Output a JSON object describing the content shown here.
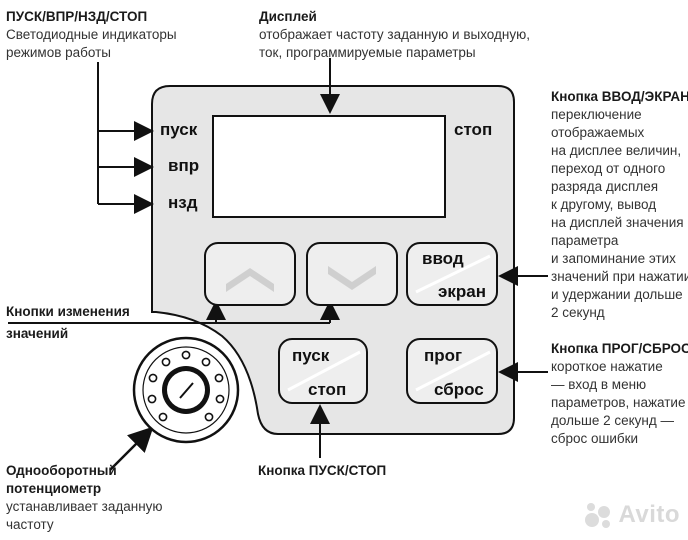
{
  "panel": {
    "led_run": "пуск",
    "led_rev": "впр",
    "led_back": "нзд",
    "display_stop": "стоп",
    "btn_enter_top": "ввод",
    "btn_enter_bottom": "экран",
    "btn_run_top": "пуск",
    "btn_run_bottom": "стоп",
    "btn_prog_top": "прог",
    "btn_prog_bottom": "сброс"
  },
  "callouts": {
    "leds": {
      "title": "ПУСК/ВПР/НЗД/СТОП",
      "lines": [
        "Светодиодные индикаторы",
        "режимов работы"
      ]
    },
    "display": {
      "title": "Дисплей",
      "lines": [
        "отображает частоту заданную и выходную,",
        "ток, программируемые параметры"
      ]
    },
    "enter": {
      "title": "Кнопка ВВОД/ЭКРАН",
      "lines": [
        "переключение",
        "отображаемых",
        "на дисплее величин,",
        "переход от одного",
        "разряда дисплея",
        "к другому, вывод",
        "на дисплей значения",
        "параметра",
        "и запоминание этих",
        "значений при нажатии",
        "и удержании дольше",
        "2 секунд"
      ]
    },
    "updown": {
      "title_lines": [
        "Кнопки изменения",
        "значений"
      ]
    },
    "prog": {
      "title": "Кнопка ПРОГ/СБРОС",
      "lines": [
        "короткое нажатие",
        "— вход в меню",
        "параметров, нажатие",
        "дольше 2 секунд —",
        "сброс ошибки"
      ]
    },
    "run": {
      "title": "Кнопка ПУСК/СТОП"
    },
    "pot": {
      "title_lines": [
        "Однооборотный",
        "потенциометр"
      ],
      "lines": [
        "устанавливает заданную",
        "частоту"
      ]
    }
  },
  "watermark": {
    "text": "Avito"
  },
  "colors": {
    "panel_fill": "#e6e6e6",
    "stroke": "#111111",
    "button_fill": "#eeeeee",
    "arrow_fill": "#cfcfcf"
  },
  "icons": {
    "up": "chevron-up-icon",
    "down": "chevron-down-icon",
    "knob": "knob-icon",
    "watermark": "avito-logo-icon"
  }
}
